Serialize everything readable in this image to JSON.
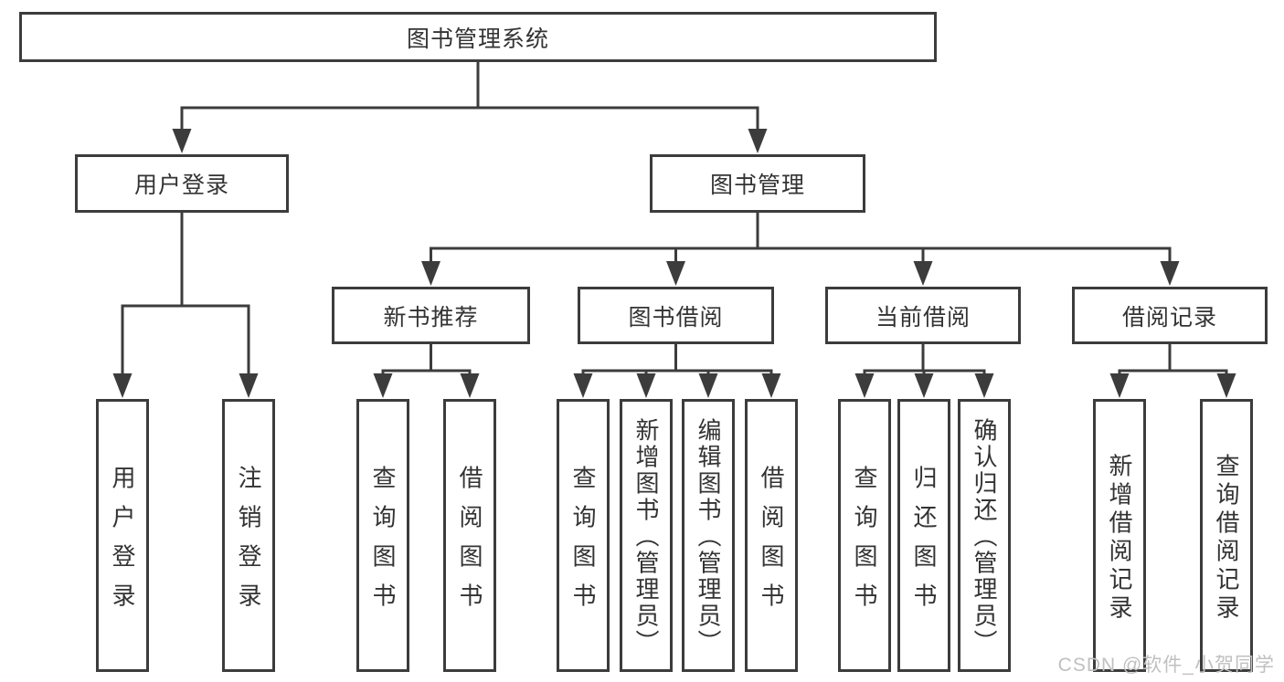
{
  "diagram": {
    "root": {
      "label": "图书管理系统"
    },
    "level2": [
      {
        "label": "用户登录",
        "children": [
          {
            "label": "用户登录"
          },
          {
            "label": "注销登录"
          }
        ]
      },
      {
        "label": "图书管理",
        "children": [
          {
            "label": "新书推荐",
            "children": [
              {
                "label": "查询图书"
              },
              {
                "label": "借阅图书"
              }
            ]
          },
          {
            "label": "图书借阅",
            "children": [
              {
                "label": "查询图书"
              },
              {
                "label": "新增图书（管理员）"
              },
              {
                "label": "编辑图书（管理员）"
              },
              {
                "label": "借阅图书"
              }
            ]
          },
          {
            "label": "当前借阅",
            "children": [
              {
                "label": "查询图书"
              },
              {
                "label": "归还图书"
              },
              {
                "label": "确认归还（管理员）"
              }
            ]
          },
          {
            "label": "借阅记录",
            "children": [
              {
                "label": "新增借阅记录"
              },
              {
                "label": "查询借阅记录"
              }
            ]
          }
        ]
      }
    ]
  },
  "watermark": {
    "text": "CSDN @软件_小贺同学"
  },
  "colors": {
    "line": "#3c3c3c",
    "text": "#333333",
    "background": "#ffffff",
    "watermark": "#c0c0c0"
  }
}
